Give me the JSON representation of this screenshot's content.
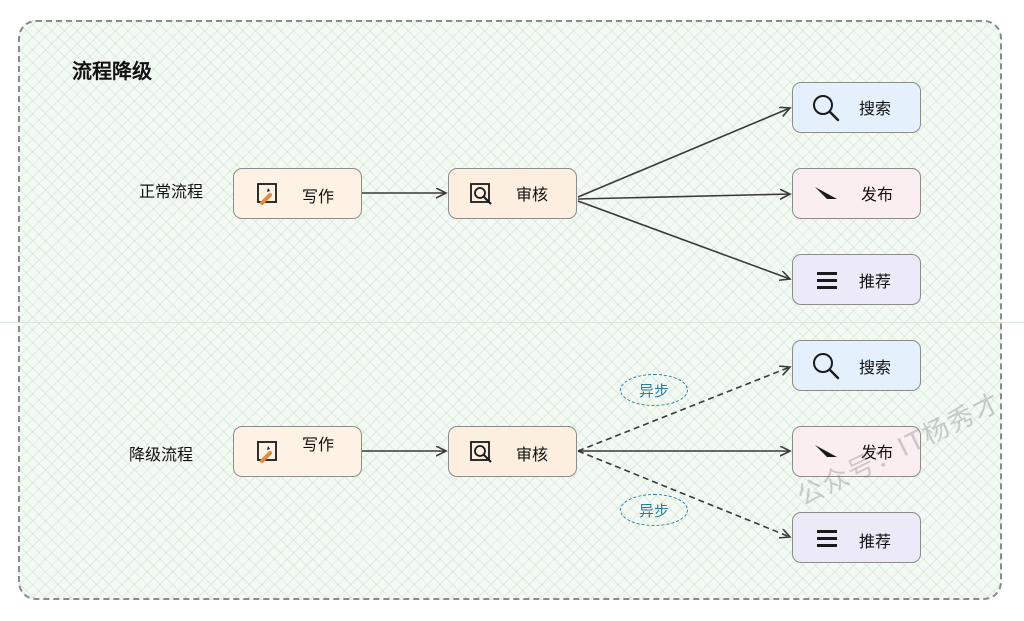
{
  "title": "流程降级",
  "normal_flow": {
    "label": "正常流程",
    "nodes": {
      "write": "写作",
      "review": "审核",
      "search": "搜索",
      "publish": "发布",
      "recommend": "推荐"
    }
  },
  "degraded_flow": {
    "label": "降级流程",
    "nodes": {
      "write": "写作",
      "review": "审核",
      "search": "搜索",
      "publish": "发布",
      "recommend": "推荐"
    },
    "async_labels": [
      "异步",
      "异步"
    ]
  },
  "watermark": "公众号：IT杨秀才",
  "colors": {
    "write_bg": "#fdf2e3",
    "search_bg": "#e4f0fb",
    "publish_bg": "#fbeef0",
    "recommend_bg": "#ece9f8",
    "async_accent": "#2d7f9b"
  },
  "icons": {
    "write": "edit-pencil-icon",
    "review": "magnify-document-icon",
    "search": "search-icon",
    "publish": "send-arrow-icon",
    "recommend": "list-lines-icon"
  }
}
